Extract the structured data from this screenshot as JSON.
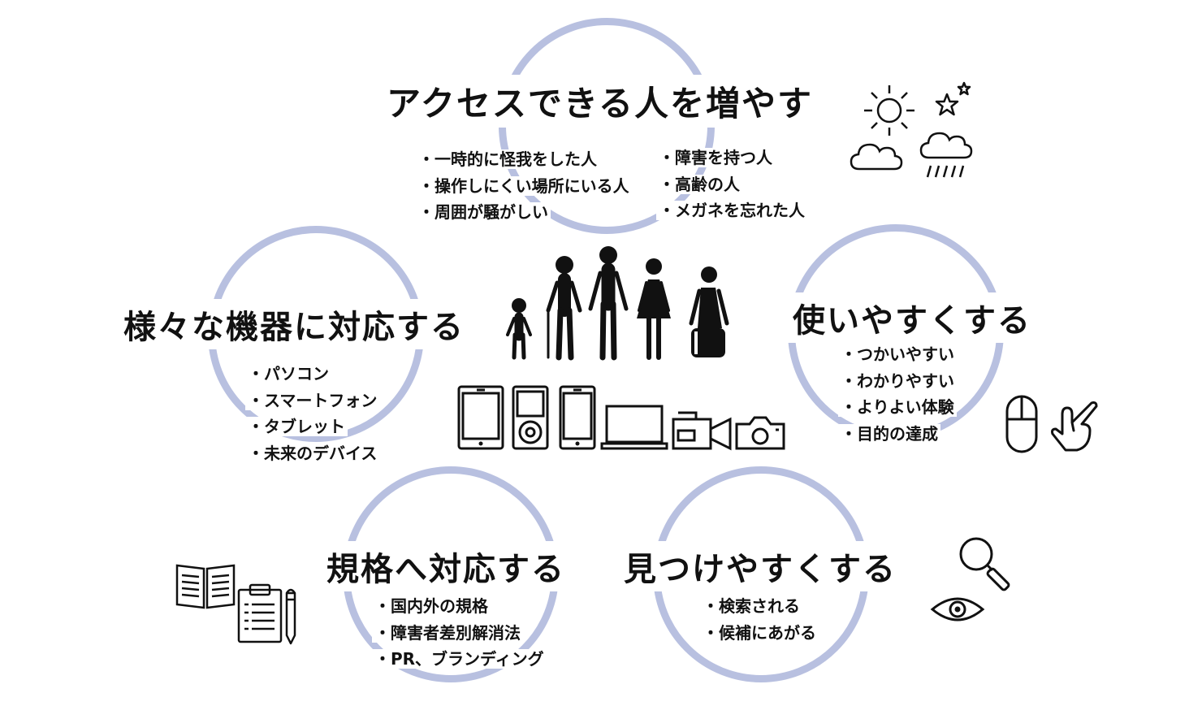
{
  "colors": {
    "ring": "#b8c0e0",
    "text": "#111111",
    "background": "#ffffff"
  },
  "center": {
    "people_icon": "family-people-icon",
    "device_icons": [
      "tablet-icon",
      "music-player-icon",
      "smartphone-icon",
      "laptop-icon",
      "video-camera-icon",
      "camera-icon"
    ]
  },
  "sections": {
    "access": {
      "title": "アクセスできる人を増やす",
      "items_left": [
        "・一時的に怪我をした人",
        "・操作しにくい場所にいる人",
        "・周囲が騒がしい"
      ],
      "items_right": [
        "・障害を持つ人",
        "・高齢の人",
        "・メガネを忘れた人"
      ],
      "icons": [
        "sun-icon",
        "stars-icon",
        "cloud-icon",
        "rain-cloud-icon"
      ]
    },
    "devices": {
      "title": "様々な機器に対応する",
      "items": [
        "・パソコン",
        "・スマートフォン",
        "・タブレット",
        "・未来のデバイス"
      ]
    },
    "usability": {
      "title": "使いやすくする",
      "items": [
        "・つかいやすい",
        "・わかりやすい",
        "・よりよい体験",
        "・目的の達成"
      ],
      "icons": [
        "mouse-icon",
        "pointing-hand-icon"
      ]
    },
    "standards": {
      "title": "規格へ対応する",
      "items": [
        "・国内外の規格",
        "・障害者差別解消法",
        "・PR、ブランディング"
      ],
      "icons": [
        "open-book-icon",
        "clipboard-icon",
        "pencil-icon"
      ]
    },
    "findability": {
      "title": "見つけやすくする",
      "items": [
        "・検索される",
        "・候補にあがる"
      ],
      "icons": [
        "magnifier-icon",
        "eye-icon"
      ]
    }
  }
}
